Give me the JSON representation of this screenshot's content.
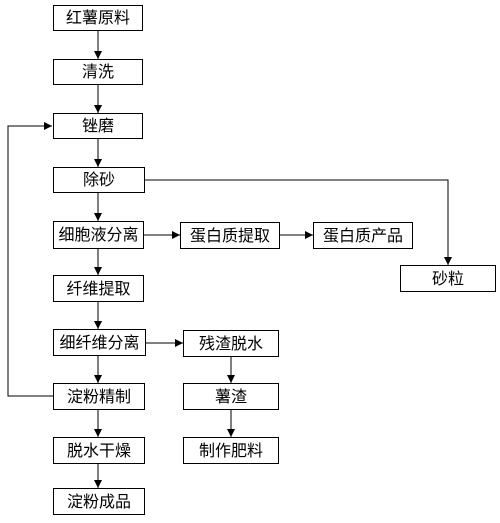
{
  "diagram": {
    "type": "process-flowchart",
    "nodes": {
      "raw_material": "红薯原料",
      "washing": "清洗",
      "grinding": "锉磨",
      "desanding": "除砂",
      "cell_sap_separation": "细胞液分离",
      "fiber_extraction": "纤维提取",
      "fine_fiber_separation": "细纤维分离",
      "starch_refining": "淀粉精制",
      "dewatering_drying": "脱水干燥",
      "starch_product": "淀粉成品",
      "protein_extraction": "蛋白质提取",
      "protein_product": "蛋白质产品",
      "sand": "砂粒",
      "residue_dewatering": "残渣脱水",
      "potato_residue": "薯渣",
      "fertilizer": "制作肥料"
    },
    "edges": [
      [
        "raw_material",
        "washing"
      ],
      [
        "washing",
        "grinding"
      ],
      [
        "grinding",
        "desanding"
      ],
      [
        "desanding",
        "cell_sap_separation"
      ],
      [
        "cell_sap_separation",
        "fiber_extraction"
      ],
      [
        "fiber_extraction",
        "fine_fiber_separation"
      ],
      [
        "fine_fiber_separation",
        "starch_refining"
      ],
      [
        "starch_refining",
        "dewatering_drying"
      ],
      [
        "dewatering_drying",
        "starch_product"
      ],
      [
        "cell_sap_separation",
        "protein_extraction"
      ],
      [
        "protein_extraction",
        "protein_product"
      ],
      [
        "desanding",
        "sand"
      ],
      [
        "fine_fiber_separation",
        "residue_dewatering"
      ],
      [
        "residue_dewatering",
        "potato_residue"
      ],
      [
        "potato_residue",
        "fertilizer"
      ],
      [
        "starch_refining",
        "grinding"
      ]
    ]
  }
}
